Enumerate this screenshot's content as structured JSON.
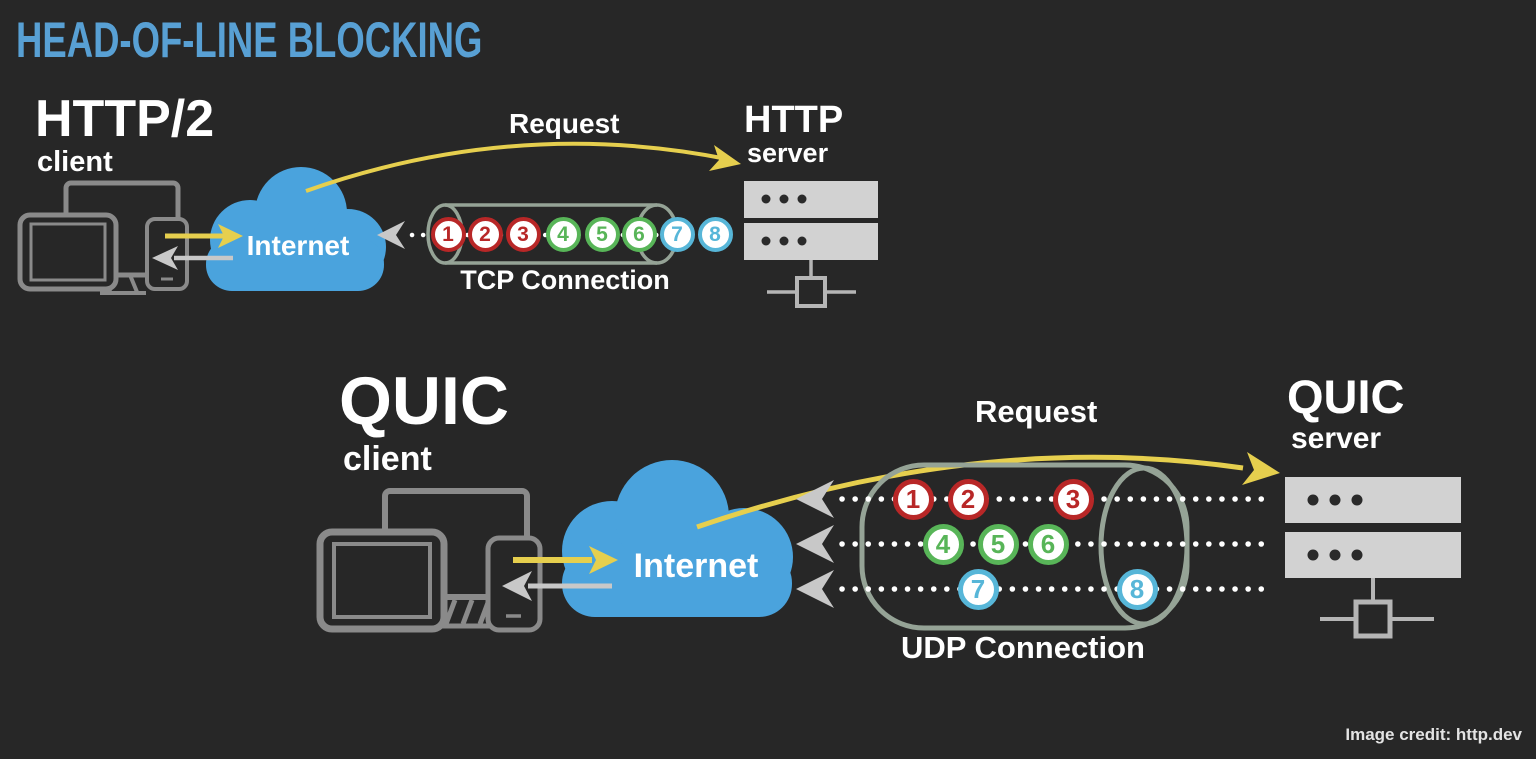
{
  "title": "HEAD-OF-LINE BLOCKING",
  "credit": "Image credit: http.dev",
  "colors": {
    "background": "#272727",
    "title_blue": "#58a0d4",
    "cloud_blue": "#4aa3dd",
    "arrow_yellow": "#e6cf4e",
    "arrow_gray": "#c8c8c8",
    "device_outline": "#8a8a8a",
    "server_fill": "#d2d2d2",
    "server_outline": "#b5b5b5",
    "tube_outline": "#95a396",
    "dot_white": "#ffffff",
    "packet_red": "#b82727",
    "packet_green": "#58b558",
    "packet_blue": "#57b6d8",
    "text_white": "#ffffff"
  },
  "http2_section": {
    "protocol": "HTTP/2",
    "client_label": "client",
    "internet_label": "Internet",
    "request_label": "Request",
    "connection_label": "TCP Connection",
    "server_name": "HTTP",
    "server_label": "server",
    "packets": [
      {
        "number": "1",
        "color": "red"
      },
      {
        "number": "2",
        "color": "red"
      },
      {
        "number": "3",
        "color": "red"
      },
      {
        "number": "4",
        "color": "green"
      },
      {
        "number": "5",
        "color": "green"
      },
      {
        "number": "6",
        "color": "green"
      },
      {
        "number": "7",
        "color": "blue"
      },
      {
        "number": "8",
        "color": "blue"
      }
    ]
  },
  "quic_section": {
    "protocol": "QUIC",
    "client_label": "client",
    "internet_label": "Internet",
    "request_label": "Request",
    "connection_label": "UDP Connection",
    "server_name": "QUIC",
    "server_label": "server",
    "streams": [
      {
        "color": "red",
        "packets": [
          "1",
          "2",
          "3"
        ]
      },
      {
        "color": "green",
        "packets": [
          "4",
          "5",
          "6"
        ]
      },
      {
        "color": "blue",
        "packets": [
          "7",
          "8"
        ]
      }
    ]
  }
}
